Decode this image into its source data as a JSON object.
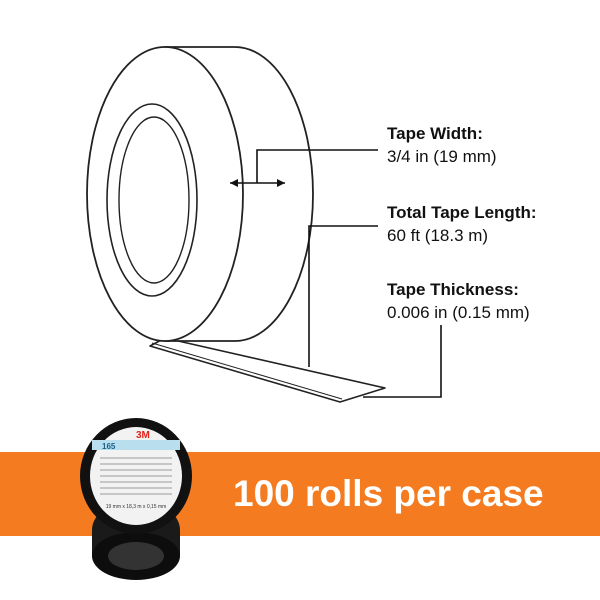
{
  "specs": [
    {
      "label": "Tape Width:",
      "value": "3/4 in (19 mm)"
    },
    {
      "label": "Total Tape Length:",
      "value": "60 ft (18.3 m)"
    },
    {
      "label": "Tape Thickness:",
      "value": "0.006 in (0.15 mm)"
    }
  ],
  "banner": {
    "text": "100 rolls per case"
  },
  "product": {
    "brand": "3M",
    "model": "165",
    "size_text": "19 mm x 18,3 m x 0,15 mm"
  },
  "colors": {
    "banner": "#F47B20",
    "brand": "#E2231A",
    "tape": "#111111",
    "outline": "#222222"
  }
}
